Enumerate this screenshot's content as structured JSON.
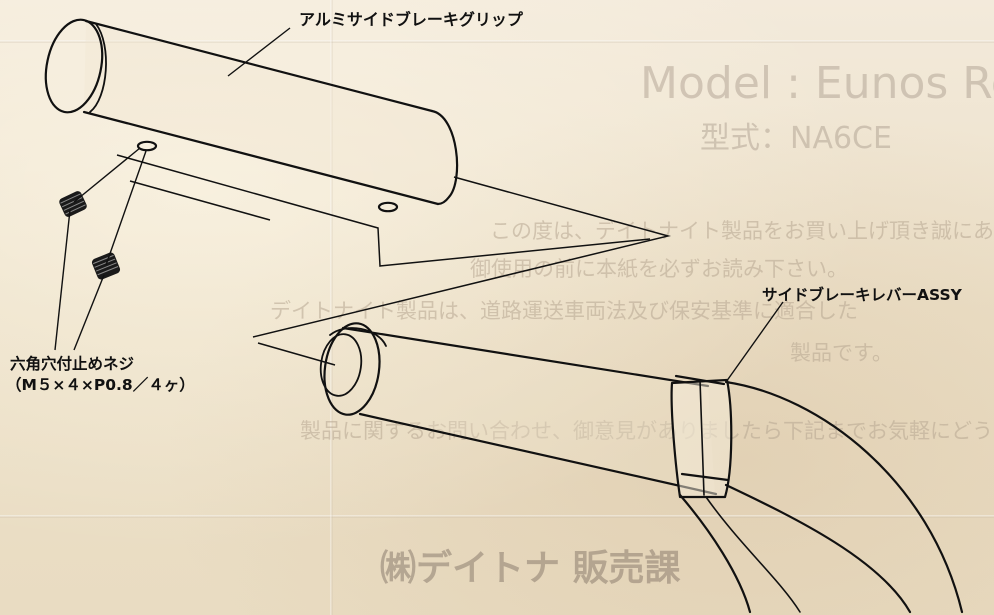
{
  "callouts": {
    "grip": "アルミサイドブレーキグリップ",
    "lever_assy": "サイドブレーキレバーASSY",
    "screw_line1": "六角穴付止めネジ",
    "screw_line2": "（M５×４×P0.8／４ヶ）"
  },
  "bleed_through": {
    "model": "Model : Eunos Roadst",
    "type": "型式：NA6CE",
    "line1": "この度は、デイトナイト製品をお買い上げ頂き誠にありがとうございます。",
    "line2": "御使用の前に本紙を必ずお読み下さい。",
    "line3": "デイトナイト製品は、道路運送車両法及び保安基準に適合した",
    "line4": "製品です。",
    "line5": "製品に関するお問い合わせ、御意見がありましたら下記までお気軽にどうぞ。",
    "company": "㈱デイトナ 販売課"
  }
}
